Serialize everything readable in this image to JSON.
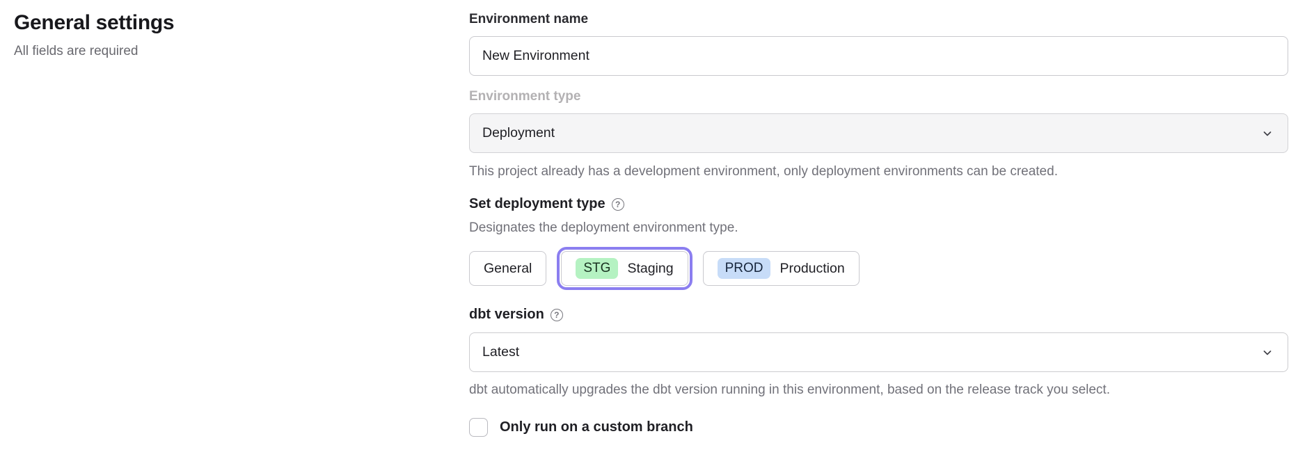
{
  "page": {
    "title": "General settings",
    "subtitle": "All fields are required"
  },
  "form": {
    "environment_name": {
      "label": "Environment name",
      "value": "New Environment"
    },
    "environment_type": {
      "label": "Environment type",
      "value": "Deployment",
      "state": "disabled",
      "icon": "chevron-down-icon",
      "helper": "This project already has a development environment, only deployment environments can be created."
    },
    "deployment_type": {
      "label": "Set deployment type",
      "help_icon": "help-circle-icon",
      "help_glyph": "?",
      "description": "Designates the deployment environment type.",
      "options": [
        {
          "label": "General",
          "badge": "",
          "selected": false
        },
        {
          "label": "Staging",
          "badge": "STG",
          "badge_color": "#b5f2c2",
          "selected": true
        },
        {
          "label": "Production",
          "badge": "PROD",
          "badge_color": "#c7dcf8",
          "selected": false
        }
      ]
    },
    "dbt_version": {
      "label": "dbt version",
      "help_icon": "help-circle-icon",
      "help_glyph": "?",
      "value": "Latest",
      "icon": "chevron-down-icon",
      "helper": "dbt automatically upgrades the dbt version running in this environment, based on the release track you select."
    },
    "custom_branch": {
      "label": "Only run on a custom branch",
      "checked": false
    }
  },
  "colors": {
    "selected_ring": "#8b7ef0",
    "staging_badge": "#b5f2c2",
    "production_badge": "#c7dcf8",
    "disabled_field_bg": "#f5f5f6",
    "border": "#c9c9ce",
    "helper_text": "#717179"
  }
}
